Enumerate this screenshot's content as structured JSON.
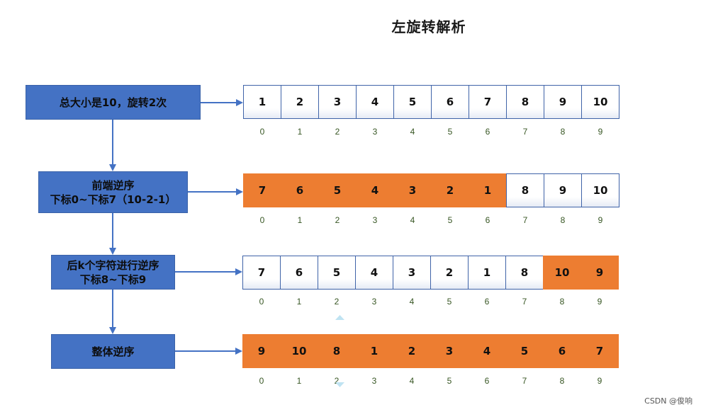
{
  "title": "左旋转解析",
  "steps": [
    {
      "lines": [
        "总大小是10，旋转2次"
      ]
    },
    {
      "lines": [
        "前端逆序",
        "下标0~下标7（10-2-1）"
      ]
    },
    {
      "lines": [
        "后k个字符进行逆序",
        "下标8~下标9"
      ]
    },
    {
      "lines": [
        "整体逆序"
      ]
    }
  ],
  "arrays": [
    {
      "values": [
        "1",
        "2",
        "3",
        "4",
        "5",
        "6",
        "7",
        "8",
        "9",
        "10"
      ],
      "highlighted": []
    },
    {
      "values": [
        "7",
        "6",
        "5",
        "4",
        "3",
        "2",
        "1",
        "8",
        "9",
        "10"
      ],
      "highlighted": [
        0,
        1,
        2,
        3,
        4,
        5,
        6
      ]
    },
    {
      "values": [
        "7",
        "6",
        "5",
        "4",
        "3",
        "2",
        "1",
        "8",
        "10",
        "9"
      ],
      "highlighted": [
        8,
        9
      ]
    },
    {
      "values": [
        "9",
        "10",
        "8",
        "1",
        "2",
        "3",
        "4",
        "5",
        "6",
        "7"
      ],
      "highlighted": [
        0,
        1,
        2,
        3,
        4,
        5,
        6,
        7,
        8,
        9
      ]
    }
  ],
  "indices": [
    "0",
    "1",
    "2",
    "3",
    "4",
    "5",
    "6",
    "7",
    "8",
    "9"
  ],
  "colors": {
    "box": "#4472c4",
    "highlight": "#ed7d31",
    "arrow": "#4472c4"
  },
  "watermark": "CSDN @俊响"
}
